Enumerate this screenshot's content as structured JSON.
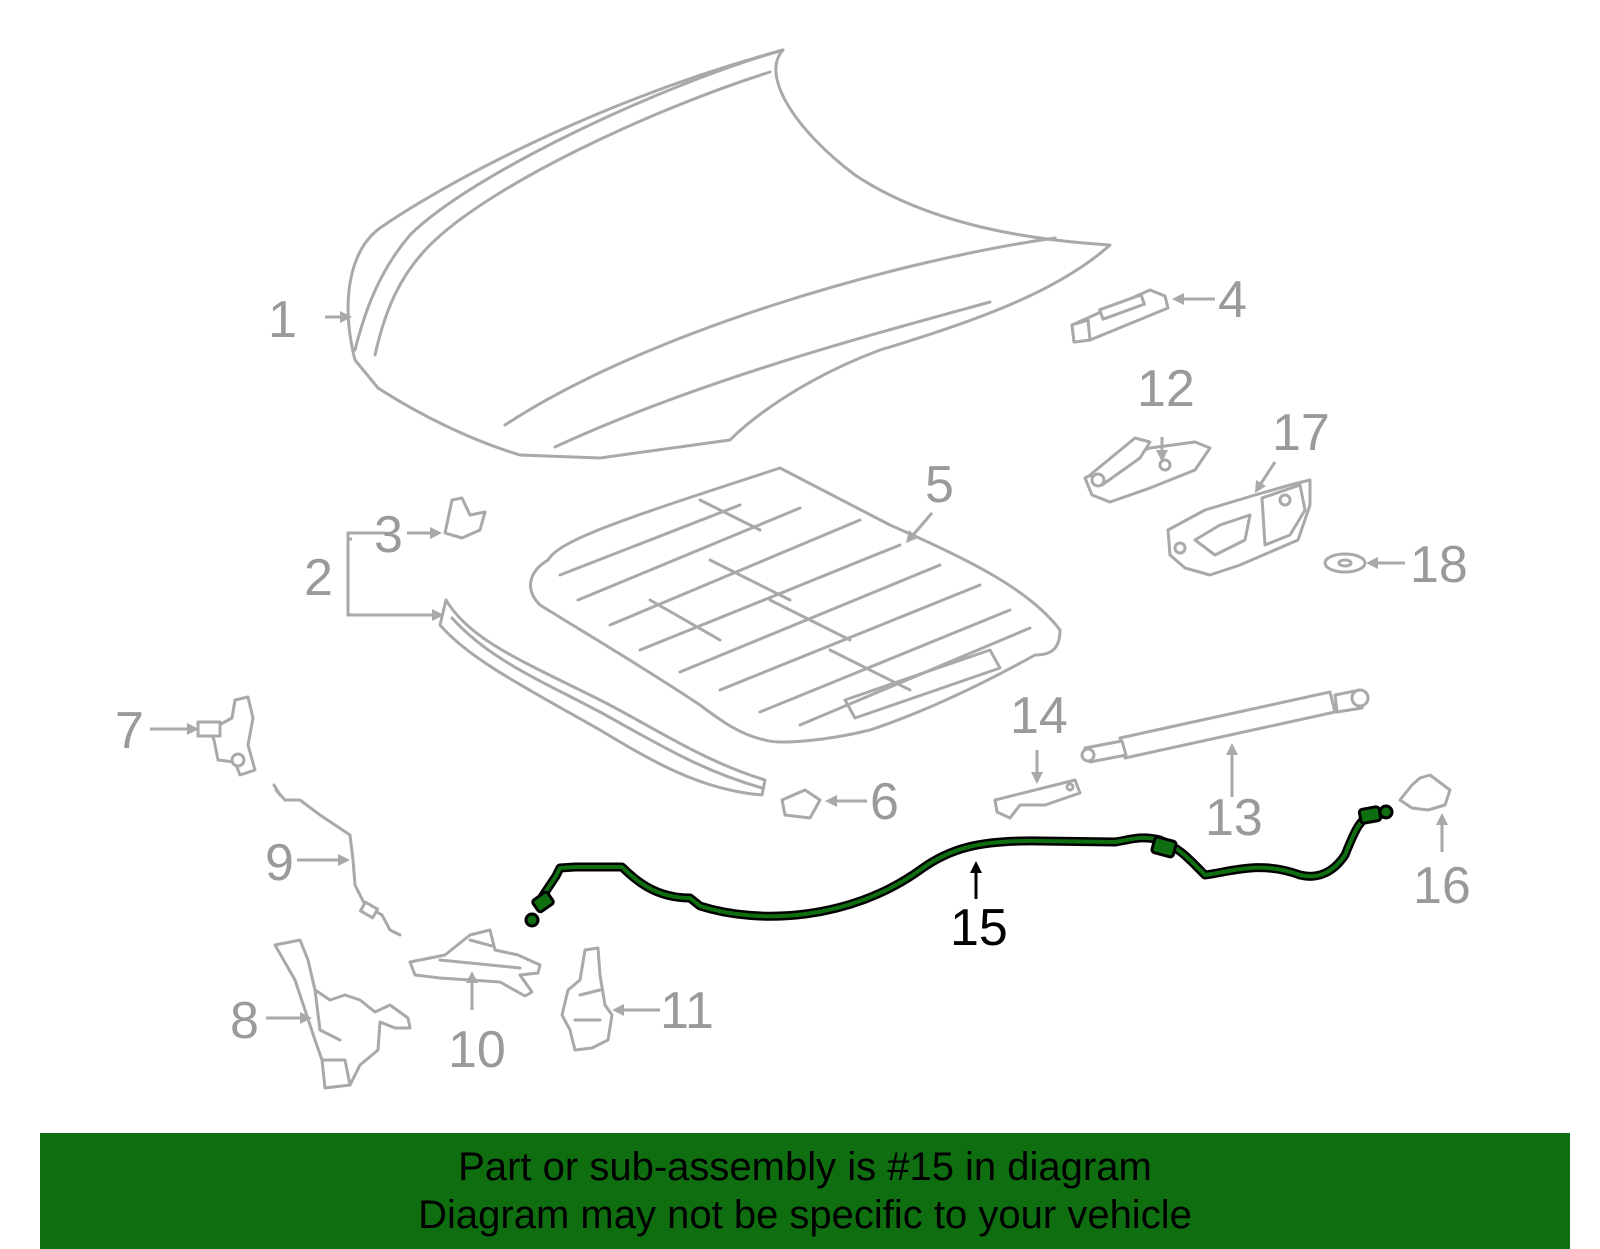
{
  "colors": {
    "part_stroke": "#a9a9a9",
    "callout_text": "#9a9a9a",
    "highlight_part": "#0f6e10",
    "highlight_text": "#000000",
    "banner_background": "#0f6e10",
    "banner_text": "#000000"
  },
  "callouts": {
    "c1": "1",
    "c2": "2",
    "c3": "3",
    "c4": "4",
    "c5": "5",
    "c6": "6",
    "c7": "7",
    "c8": "8",
    "c9": "9",
    "c10": "10",
    "c11": "11",
    "c12": "12",
    "c13": "13",
    "c14": "14",
    "c15": "15",
    "c16": "16",
    "c17": "17",
    "c18": "18"
  },
  "highlighted_part": "15",
  "banner": {
    "line1": "Part or sub-assembly is #15 in diagram",
    "line2": "Diagram may not be specific to your vehicle"
  }
}
